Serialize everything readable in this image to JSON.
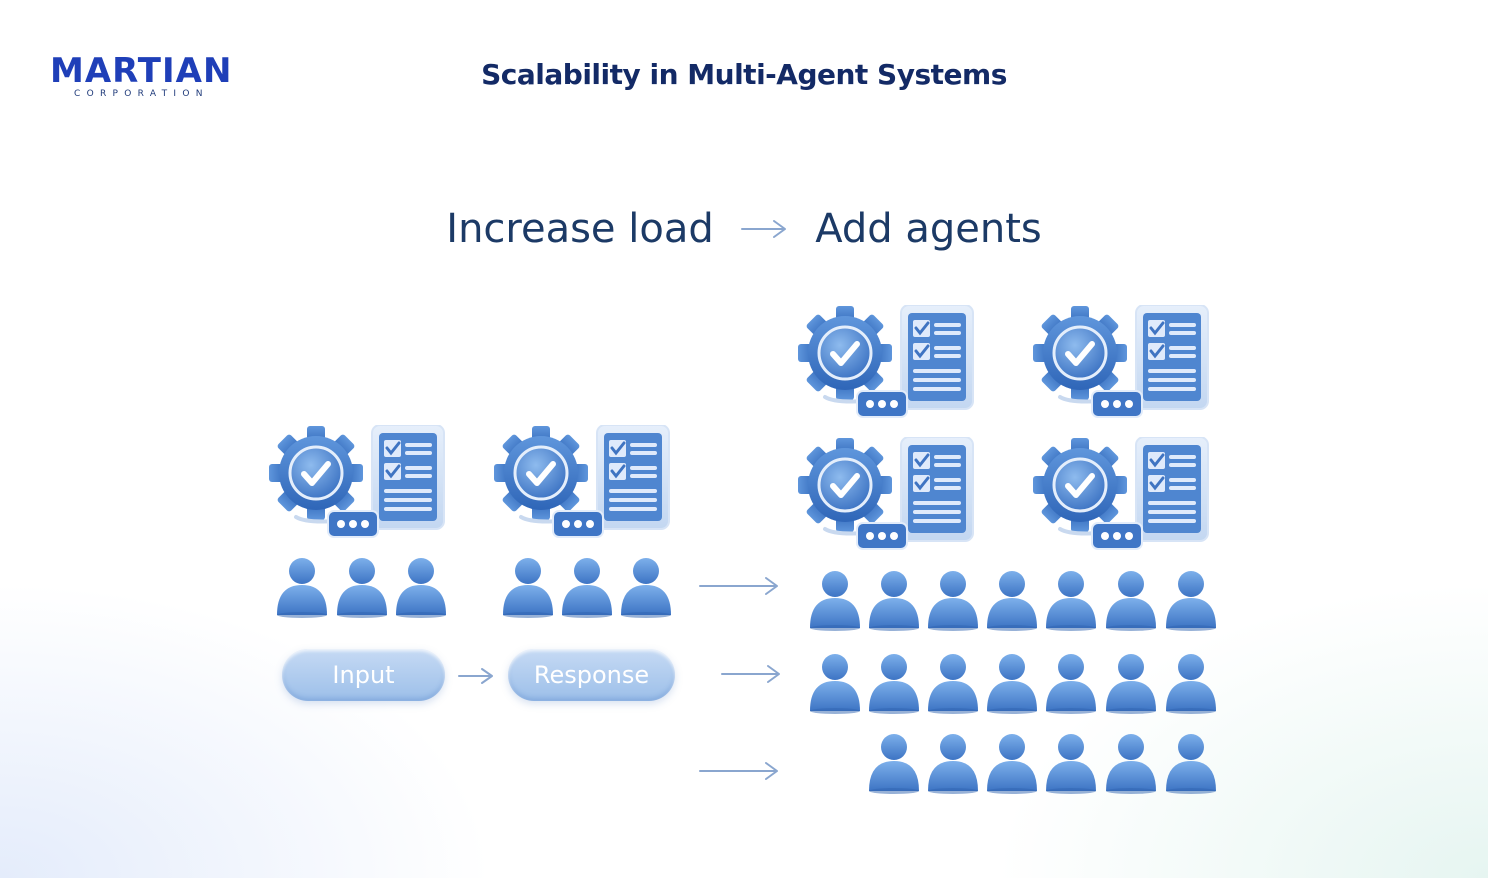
{
  "brand": {
    "name": "MARTIAN",
    "subtitle": "CORPORATION",
    "color": "#1f3fb8"
  },
  "slide_title": "Scalability in Multi-Agent Systems",
  "headline": {
    "left": "Increase load",
    "right": "Add agents"
  },
  "pills": {
    "input": "Input",
    "response": "Response"
  },
  "icons": {
    "agent": "gear-checklist-agent-icon",
    "user": "person-icon",
    "arrow": "arrow-right-icon"
  },
  "colors": {
    "icon_blue": "#4d86d3",
    "icon_light": "#7faee6",
    "title_navy": "#132a66"
  }
}
